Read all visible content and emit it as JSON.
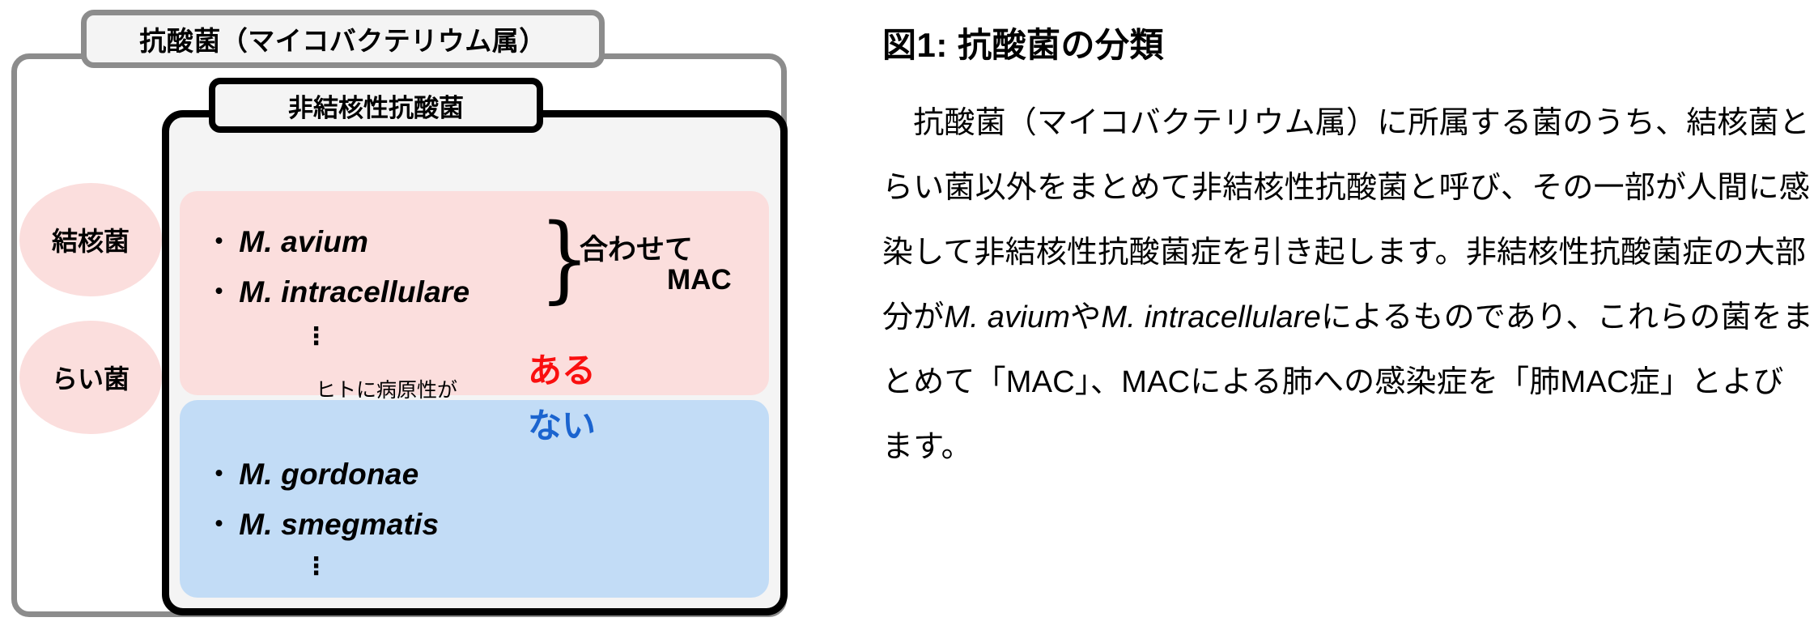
{
  "diagram": {
    "outer_title": "抗酸菌（マイコバクテリウム属）",
    "inner_title": "非結核性抗酸菌",
    "ellipses": [
      {
        "label": "結核菌"
      },
      {
        "label": "らい菌"
      }
    ],
    "pink_panel": {
      "color": "#fbdedd",
      "species": [
        {
          "bullet": "・",
          "name": "M. avium"
        },
        {
          "bullet": "・",
          "name": "M. intracellulare"
        }
      ],
      "ellipsis": "⋮",
      "brace": "}",
      "together_label": "合わせて",
      "group_label": "MAC"
    },
    "blue_panel": {
      "color": "#c2dcf6",
      "species": [
        {
          "bullet": "・",
          "name": "M. gordonae"
        },
        {
          "bullet": "・",
          "name": "M. smegmatis"
        }
      ],
      "ellipsis": "⋮"
    },
    "pathogenicity": {
      "question": "ヒトに病原性が",
      "yes": "ある",
      "yes_color": "#fa0f0f",
      "no": "ない",
      "no_color": "#1b64cf"
    },
    "frame_colors": {
      "outer_border": "#8c8c8c",
      "inner_border": "#000000",
      "chip_fill": "#f4f4f4"
    }
  },
  "article": {
    "title": "図1: 抗酸菌の分類",
    "paragraphs": [
      "　抗酸菌（マイコバクテリウム属）に所属する菌のうち、結核菌とらい菌以外をまとめて非結核性抗酸菌と呼び、その一部が人間に感染して非結核性抗酸菌症を引き起します。非結核性抗酸菌症の大部分が",
      "M. avium",
      "や",
      "M. intracellulare",
      "によるものであり、これらの菌をまとめて「MAC」、MACによる肺への感染症を「肺MAC症」とよびます。"
    ]
  }
}
